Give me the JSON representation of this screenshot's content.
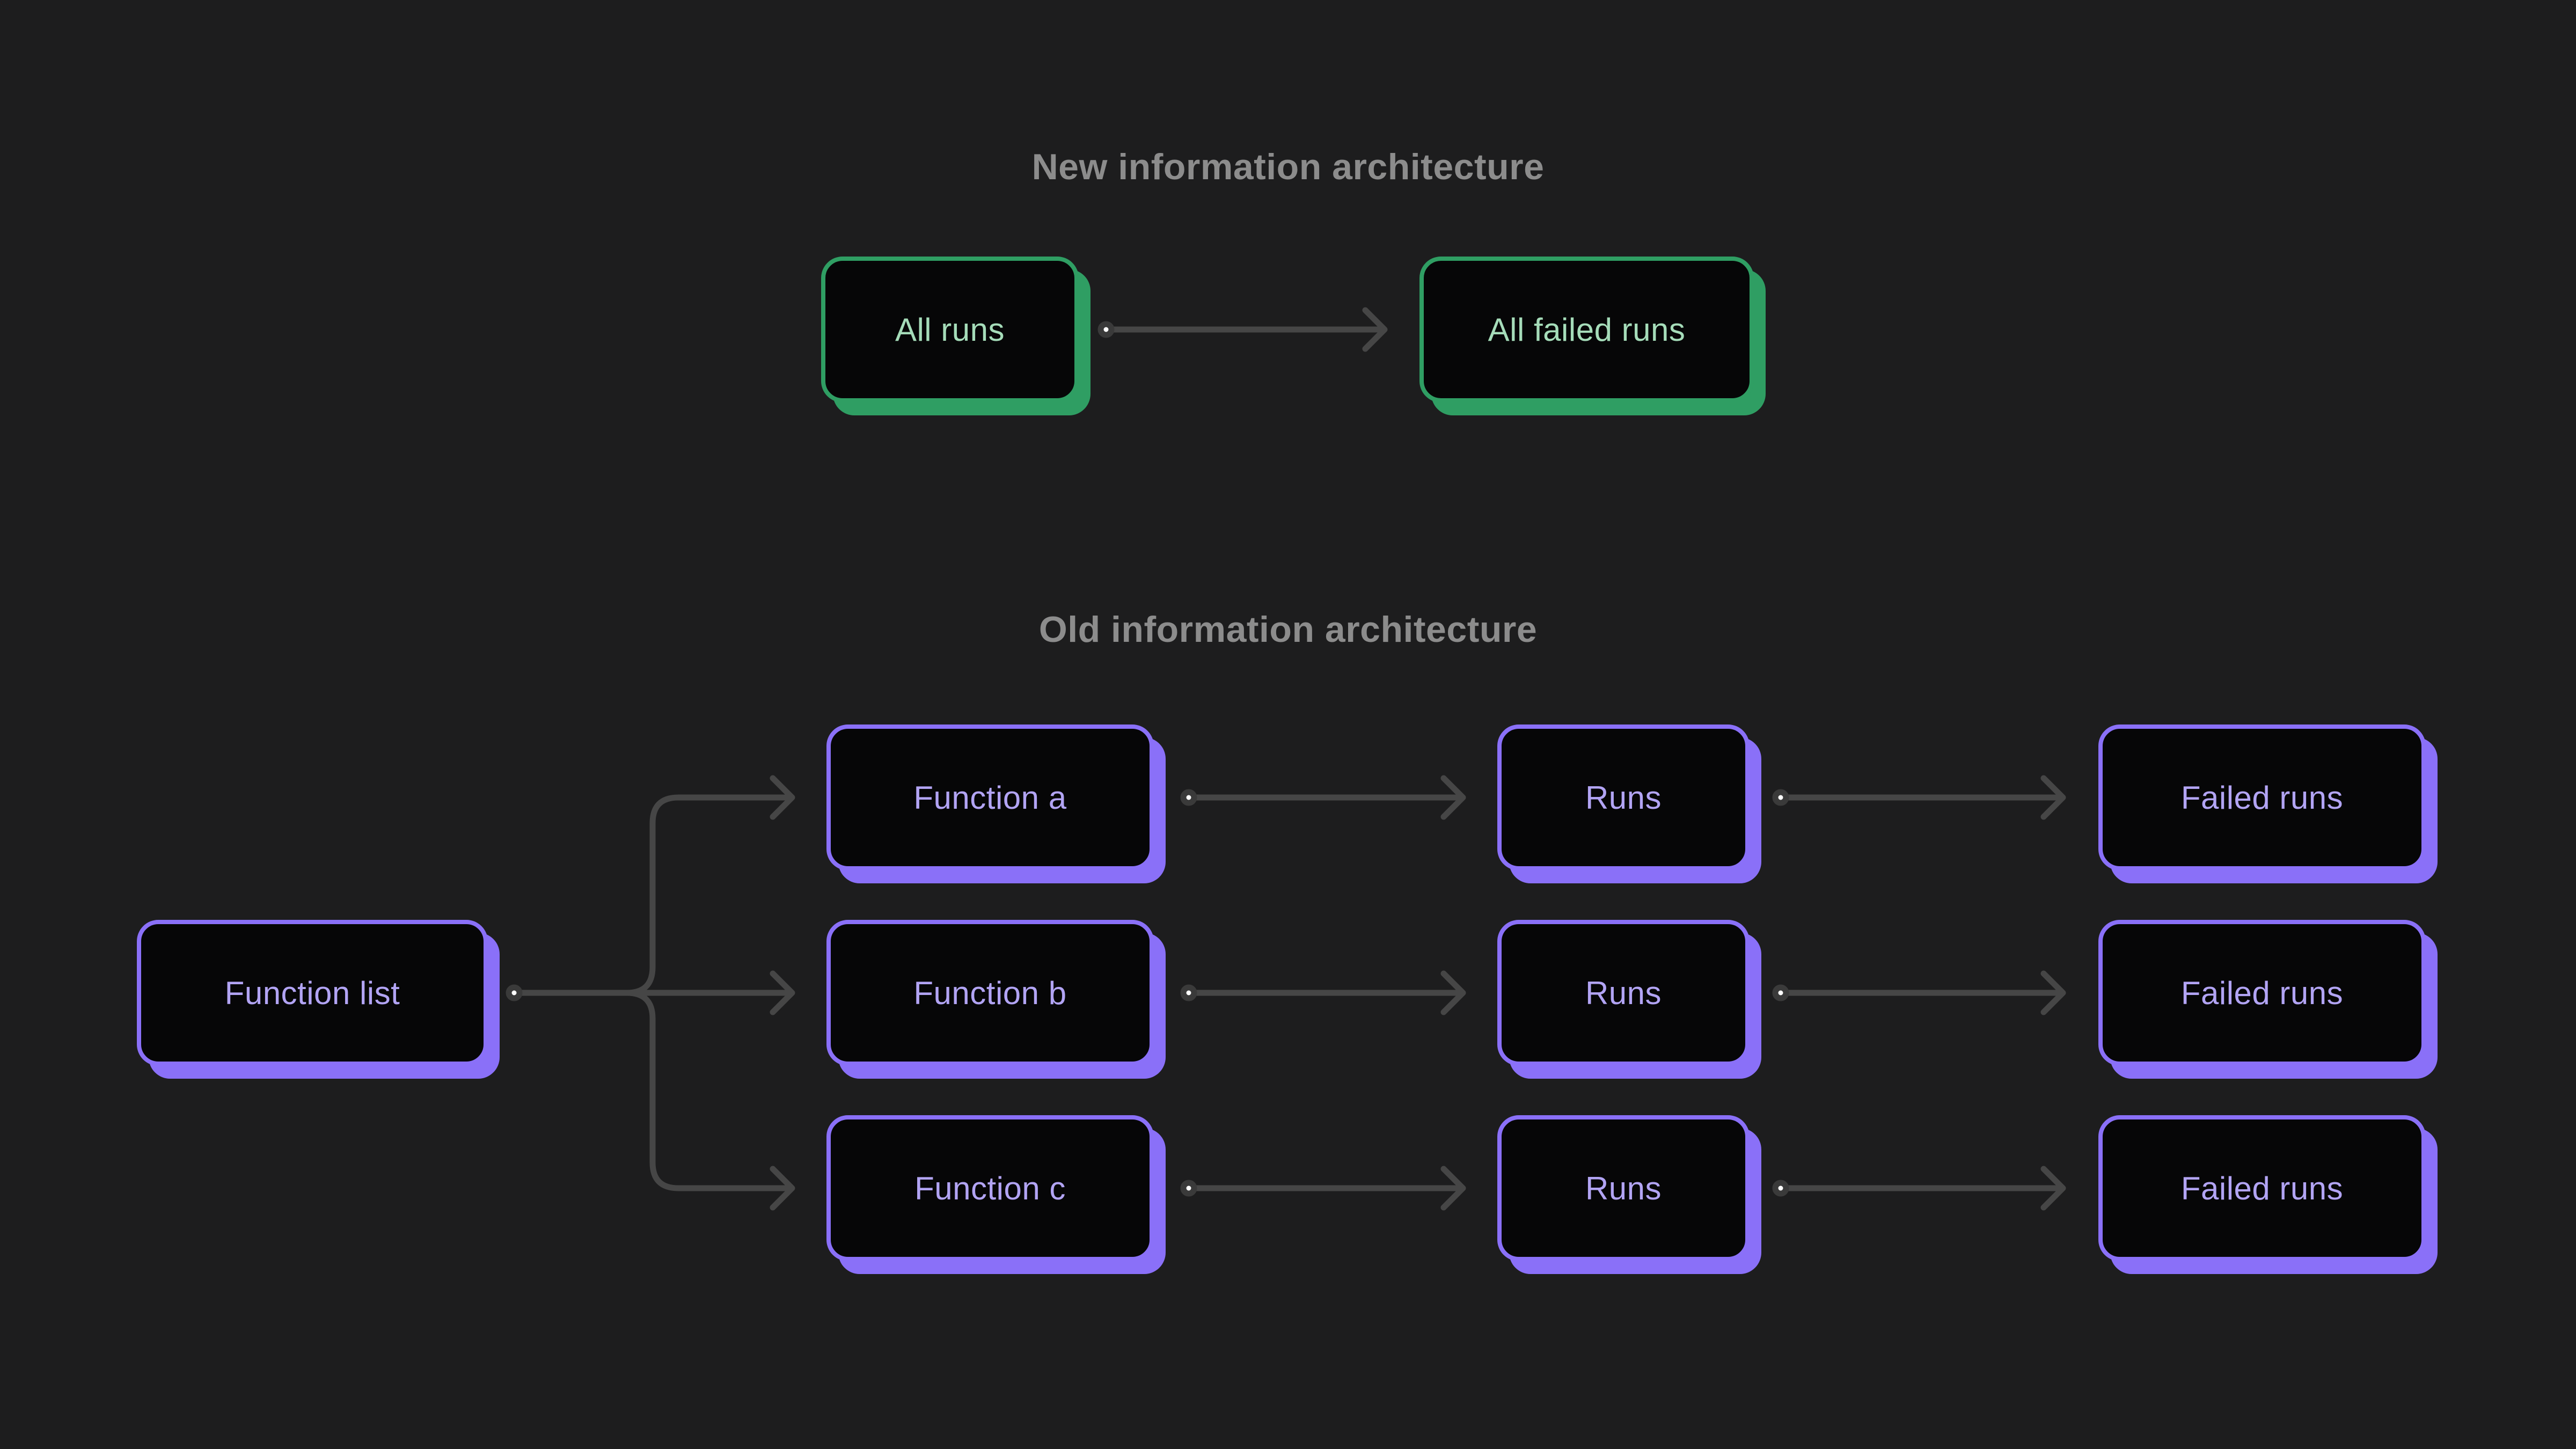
{
  "new_section": {
    "title": "New information architecture",
    "nodes": {
      "all_runs": "All runs",
      "all_failed_runs": "All failed runs"
    }
  },
  "old_section": {
    "title": "Old information architecture",
    "root": "Function list",
    "rows": [
      {
        "fn": "Function a",
        "runs": "Runs",
        "failed": "Failed runs"
      },
      {
        "fn": "Function b",
        "runs": "Runs",
        "failed": "Failed runs"
      },
      {
        "fn": "Function c",
        "runs": "Runs",
        "failed": "Failed runs"
      }
    ]
  },
  "colors": {
    "background": "#1d1d1e",
    "node_fill": "#060607",
    "green_accent": "#2f9e63",
    "green_text": "#a5dcb9",
    "purple_accent": "#8a70f8",
    "purple_text": "#b2a4f4",
    "connector": "#464646",
    "dot_fill": "#ffffff",
    "dot_ring": "#3a3a3a",
    "title": "#8c8c8c"
  }
}
